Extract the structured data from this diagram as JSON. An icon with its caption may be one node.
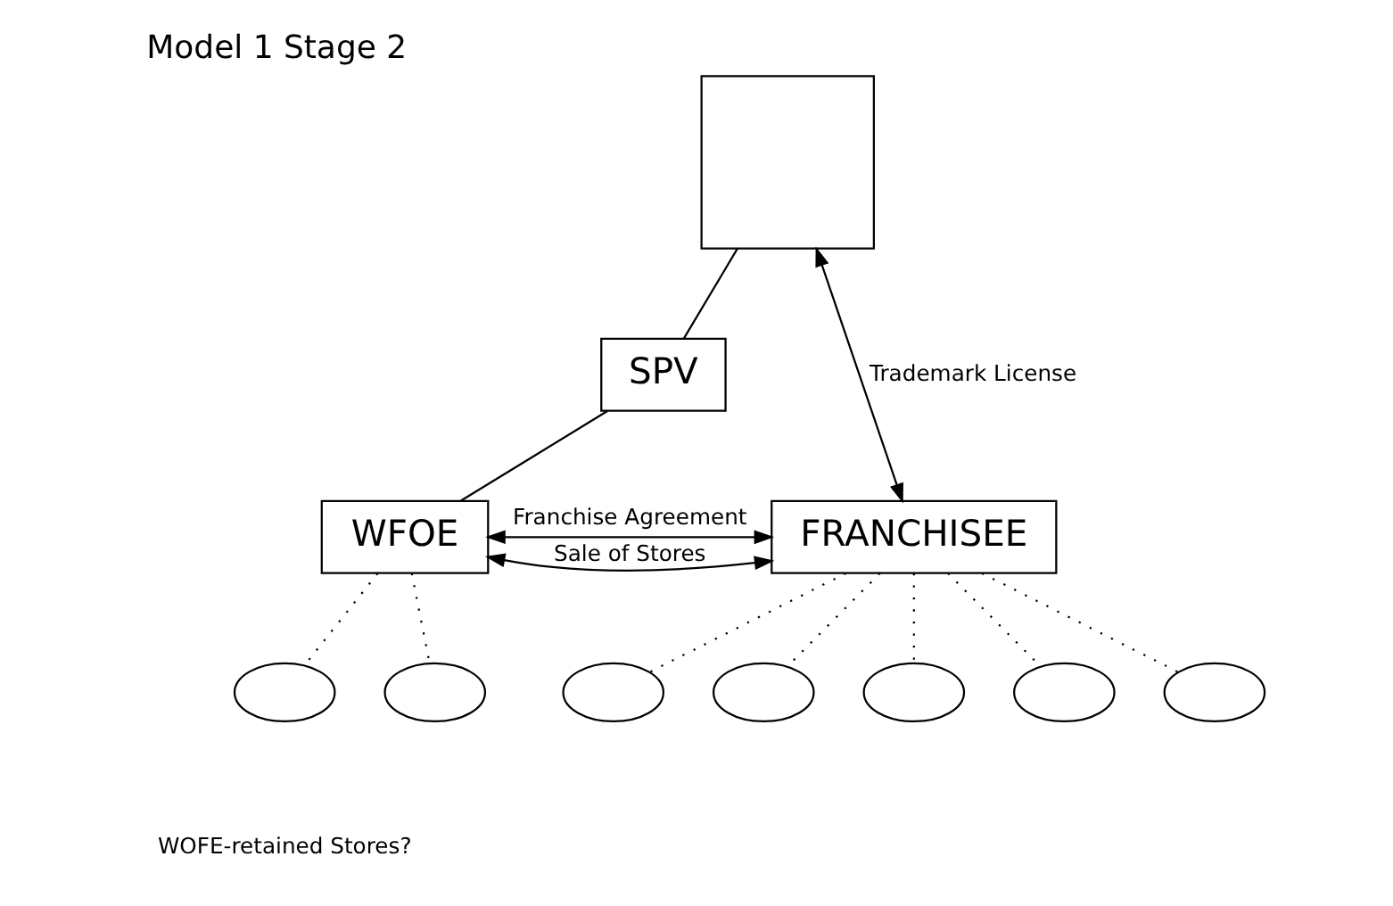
{
  "diagram": {
    "title": "Model 1 Stage 2",
    "nodes": [
      {
        "text": [],
        "shape": "box"
      },
      {
        "text": [
          "SPV"
        ]
      },
      {
        "text": [
          "WFOE"
        ]
      },
      {
        "text": [
          "FRANCHISEE"
        ]
      },
      {
        "text": [],
        "shape": "circle"
      },
      {
        "text": [],
        "shape": "circle"
      },
      {
        "text": [],
        "shape": "circle"
      },
      {
        "text": [],
        "shape": "circle"
      },
      {
        "text": [],
        "shape": "circle"
      },
      {
        "text": [],
        "shape": "circle"
      },
      {
        "text": [],
        "shape": "circle"
      }
    ],
    "edges": [
      {
        "from": 0,
        "to": 1,
        "arrow": "none"
      },
      {
        "from": 1,
        "to": 2,
        "arrow": "none"
      },
      {
        "from": 3,
        "to": 0,
        "arrow": "both",
        "label": "Trademark License"
      },
      {
        "from": 2,
        "to": 3,
        "arrow": "both",
        "label": "Franchise Agreement"
      },
      {
        "from": 2,
        "to": 3,
        "arrow": "both",
        "label": "Sale of Stores"
      },
      {
        "from": 2,
        "to": 4,
        "arrow": "none",
        "style": "dashed"
      },
      {
        "from": 2,
        "to": 5,
        "arrow": "none",
        "style": "dashed"
      },
      {
        "from": 3,
        "to": 6,
        "arrow": "none",
        "style": "dashed"
      },
      {
        "from": 3,
        "to": 7,
        "arrow": "none",
        "style": "dashed"
      },
      {
        "from": 3,
        "to": 8,
        "arrow": "none",
        "style": "dashed"
      },
      {
        "from": 3,
        "to": 9,
        "arrow": "none",
        "style": "dashed"
      },
      {
        "from": 3,
        "to": 10,
        "arrow": "none",
        "style": "dashed"
      }
    ],
    "labels": [
      "WOFE-retained Stores?"
    ]
  }
}
